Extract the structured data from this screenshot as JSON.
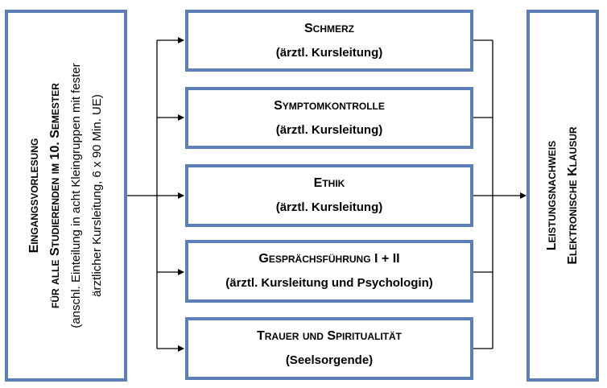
{
  "left": {
    "line1": "Eingangsvorlesung",
    "line2": "für alle Studierenden im 10. Semester",
    "line3": "(anschl. Einteilung in acht Kleingruppen mit fester",
    "line4": "ärztlicher Kursleitung, 6 x 90 Min. UE)"
  },
  "modules": [
    {
      "title": "Schmerz",
      "sub": "(ärztl. Kursleitung)"
    },
    {
      "title": "Symptomkontrolle",
      "sub": "(ärztl. Kursleitung)"
    },
    {
      "title": "Ethik",
      "sub": "(ärztl. Kursleitung)"
    },
    {
      "title": "Gesprächsführung I + II",
      "sub": "(ärztl. Kursleitung und Psychologin)"
    },
    {
      "title": "Trauer und Spiritualität",
      "sub": "(Seelsorgende)"
    }
  ],
  "right": {
    "line1": "Leistungsnachweis",
    "line2": "Elektronische Klausur"
  },
  "colors": {
    "border": "#5b7fb6",
    "line": "#000000"
  }
}
